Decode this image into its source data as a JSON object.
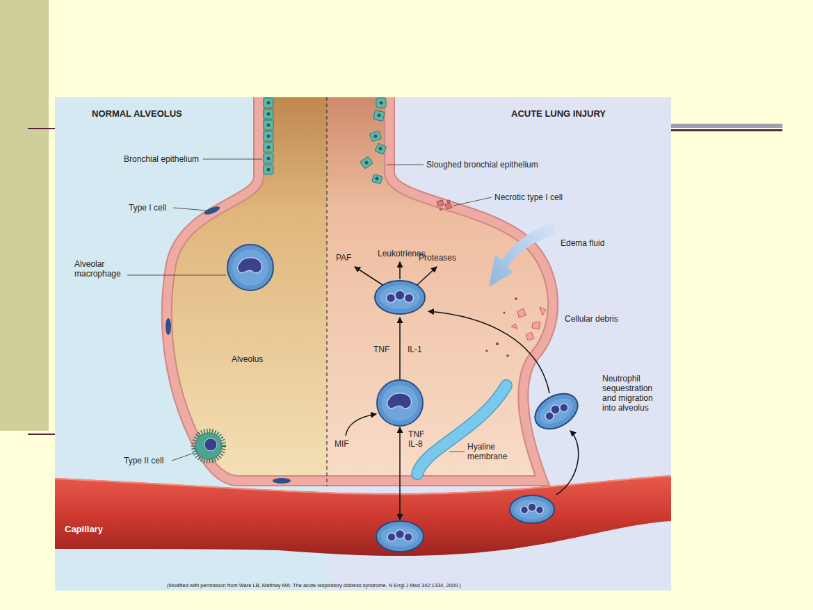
{
  "diagram": {
    "caption": "(Modified with permission from Ware LB, Matthay MA: The acute respiratory distress syndrome. N Engl J Med 342:1334, 2000.)",
    "nodes": [
      {
        "text": [
          "NORMAL ALVEOLUS"
        ]
      },
      {
        "text": [
          "ACUTE LUNG INJURY"
        ]
      },
      {
        "text": [
          "Capillary"
        ]
      }
    ],
    "labels": [
      "Bronchial epithelium",
      "Type I cell",
      "Alveolar macrophage",
      "Alveolus",
      "Type II cell",
      "Sloughed bronchial epithelium",
      "Necrotic type I cell",
      "Leukotrienes",
      "PAF",
      "Proteases",
      "Edema fluid",
      "Cellular debris",
      "TNF",
      "IL-1",
      "MIF",
      "TNF IL-8",
      "Neutrophil sequestration and migration into alveolus",
      "Hyaline membrane"
    ]
  }
}
